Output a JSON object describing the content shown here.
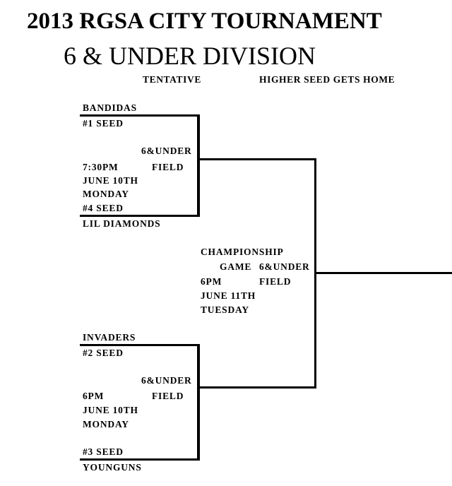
{
  "header": {
    "title": "2013 RGSA CITY TOURNAMENT",
    "subtitle": "6 & UNDER DIVISION",
    "tentative": "TENTATIVE",
    "home_rule": "HIGHER SEED GETS HOME"
  },
  "games": [
    {
      "top_team": "BANDIDAS",
      "top_seed": "#1 SEED",
      "field_line1": "6&UNDER",
      "field_line2": "FIELD",
      "time": "7:30PM",
      "date": "JUNE 10TH",
      "day": "MONDAY",
      "bottom_seed": "#4 SEED",
      "bottom_team": "LIL DIAMONDS"
    },
    {
      "top_team": "INVADERS",
      "top_seed": "#2 SEED",
      "field_line1": "6&UNDER",
      "field_line2": "FIELD",
      "time": "6PM",
      "date": "JUNE 10TH",
      "day": "MONDAY",
      "bottom_seed": "#3 SEED",
      "bottom_team": "YOUNGUNS"
    }
  ],
  "championship": {
    "line1": "CHAMPIONSHIP",
    "line2": "GAME",
    "field_line1": "6&UNDER",
    "field_line2": "FIELD",
    "time": "6PM",
    "date": "JUNE 11TH",
    "day": "TUESDAY"
  }
}
